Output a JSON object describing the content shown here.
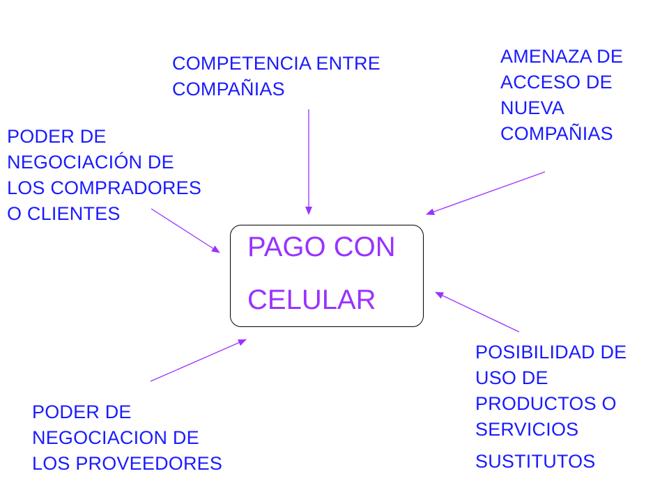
{
  "diagram": {
    "center": {
      "line1": "PAGO CON",
      "line2": "CELULAR"
    },
    "forces": {
      "competition": [
        "COMPETENCIA ENTRE",
        "COMPAÑIAS"
      ],
      "new_entrants": [
        "AMENAZA DE",
        "ACCESO DE",
        "NUEVA",
        "COMPAÑIAS"
      ],
      "buyers": [
        "PODER DE",
        "NEGOCIACIÓN DE",
        "LOS COMPRADORES",
        "O CLIENTES"
      ],
      "substitutes": [
        "POSIBILIDAD DE",
        "USO DE",
        "PRODUCTOS O",
        "SERVICIOS",
        "SUSTITUTOS"
      ],
      "suppliers": [
        "PODER DE",
        "NEGOCIACION DE",
        "LOS PROVEEDORES"
      ]
    },
    "colors": {
      "label": "#1a1aff",
      "center": "#9933ff",
      "arrow": "#9933ff",
      "box_border": "#000000"
    }
  }
}
